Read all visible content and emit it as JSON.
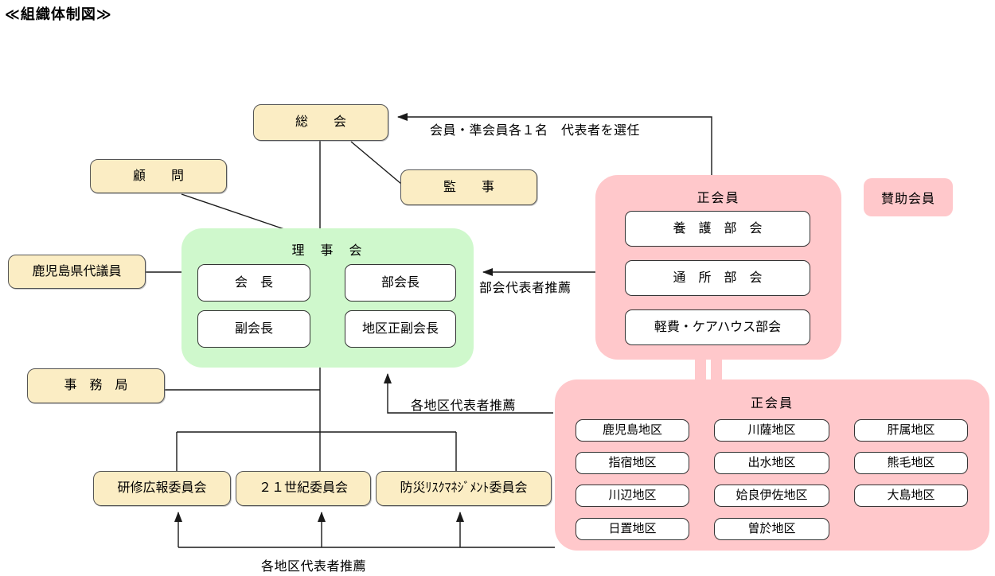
{
  "title": "≪組織体制図≫",
  "colors": {
    "node_fill": "#FBEDC4",
    "board_fill": "#CFF8CC",
    "members_fill": "#FFC8CB",
    "box_fill": "#FFFFFF",
    "line": "#1a1a1a"
  },
  "nodes": {
    "general_assembly": "総　　会",
    "advisor": "顧　　問",
    "auditor": "監　　事",
    "prefectural_delegates": "鹿児島県代議員",
    "secretariat": "事　務　局"
  },
  "board": {
    "title": "理　事　会",
    "president": "会　長",
    "section_chief": "部会長",
    "vice_president": "副会長",
    "district_chiefs": "地区正副会長"
  },
  "committees": [
    "研修広報委員会",
    "２１世紀委員会",
    "防災ﾘｽｸﾏﾈｼﾞﾒﾝﾄ委員会"
  ],
  "full_member_sections": {
    "title": "正会員",
    "items": [
      "養　護　部　会",
      "通　所　部　会",
      "軽費・ケアハウス部会"
    ]
  },
  "supporting_members": "賛助会員",
  "full_member_districts": {
    "title": "正会員",
    "col1": [
      "鹿児島地区",
      "指宿地区",
      "川辺地区",
      "日置地区"
    ],
    "col2": [
      "川薩地区",
      "出水地区",
      "姶良伊佐地区",
      "曽於地区"
    ],
    "col3": [
      "肝属地区",
      "熊毛地区",
      "大島地区"
    ]
  },
  "annotations": {
    "elect": "会員・準会員各１名　代表者を選任",
    "section_recommend": "部会代表者推薦",
    "district_recommend_upper": "各地区代表者推薦",
    "district_recommend_lower": "各地区代表者推薦"
  }
}
